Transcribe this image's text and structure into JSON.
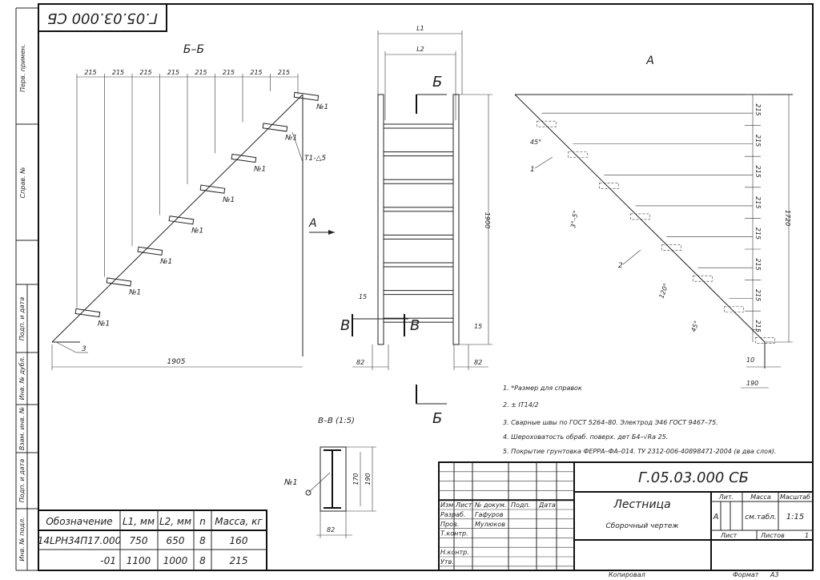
{
  "stamp_top": "Г.05.03.000 СБ",
  "side_labels": [
    "Перв. примен.",
    "Справ. №",
    "Подп. и дата",
    "Инв. № дубл.",
    "Взам. инв. №",
    "Подп. и дата",
    "Инв. № подл."
  ],
  "view_bb": {
    "title": "Б–Б",
    "step_dims": [
      "215",
      "215",
      "215",
      "215",
      "215",
      "215",
      "215",
      "215"
    ],
    "length_dim": "1905",
    "part_label": "№1",
    "weld_label": "Т1-△5",
    "leader_3": "3"
  },
  "view_front": {
    "l1": "L1",
    "l2": "L2",
    "height_dim": "1900",
    "section_b": "Б",
    "section_v": "В",
    "dim_15": "15",
    "dim_82": "82",
    "view_arrow": "А"
  },
  "view_a": {
    "title": "А",
    "step_dims": [
      "215",
      "215",
      "215",
      "215",
      "215",
      "215",
      "215",
      "215"
    ],
    "height_dim": "1720",
    "dim_10": "10",
    "dim_190": "190",
    "angle_45": "45°",
    "angle_35": "3°–5°",
    "angle_120": "120°",
    "leader_1": "1",
    "leader_2": "2"
  },
  "section_vv": {
    "title": "В–В (1:5)",
    "part": "№1",
    "dim_170": "170",
    "dim_190": "190",
    "dim_82": "82"
  },
  "notes": [
    "1.  *Размер для справок",
    "2.  ± IT14/2",
    "3.  Сварные швы по ГОСТ 5264–80. Электрод Э46 ГОСТ 9467–75.",
    "4.  Шероховатость обраб. поверх. дет Б4–√Ra 25.",
    "5.  Покрытие грунтовка ФЕРРА–ФА–014. ТУ 2312-006-40898471-2004 (в два слоя)."
  ],
  "spec_table": {
    "headers": [
      "Обозначение",
      "L1, мм",
      "L2, мм",
      "n",
      "Масса, кг"
    ],
    "rows": [
      [
        "14LPH34П17.000",
        "750",
        "650",
        "8",
        "160"
      ],
      [
        "-01",
        "1100",
        "1000",
        "8",
        "215"
      ]
    ]
  },
  "title_block": {
    "designation": "Г.05.03.000 СБ",
    "name": "Лестница",
    "doc_type": "Сборочный чертеж",
    "col_headers": [
      "Изм.",
      "Лист",
      "№ докум.",
      "Подп.",
      "Дата"
    ],
    "roles": [
      "Разраб.",
      "Пров.",
      "Т.контр.",
      "",
      "Н.контр.",
      "Утв."
    ],
    "names": [
      "Гафуров",
      "Мулюков"
    ],
    "lit_label": "Лит.",
    "mass_label": "Масса",
    "scale_label": "Масштаб",
    "lit_value": "А",
    "mass_value": "см.табл.",
    "scale_value": "1:15",
    "sheet_label": "Лист",
    "sheets_label": "Листов",
    "sheets_value": "1",
    "copied": "Копировал",
    "format_label": "Формат",
    "format_value": "А3"
  }
}
